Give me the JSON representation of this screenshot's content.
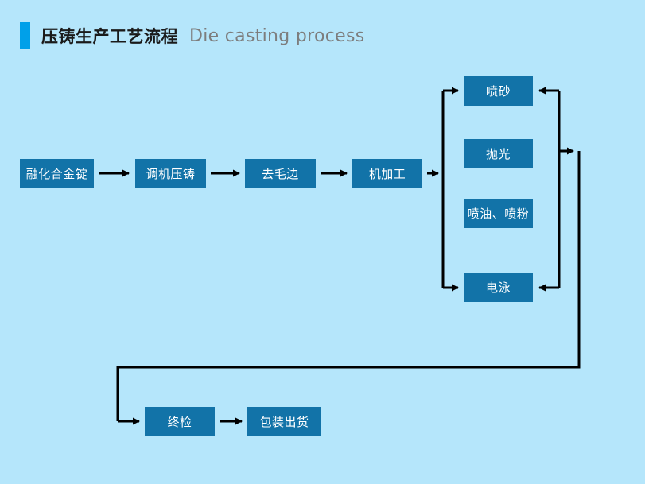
{
  "header": {
    "title_cn": "压铸生产工艺流程",
    "title_en": "Die casting process",
    "accent_color": "#00a0e9"
  },
  "theme": {
    "background": "#b5e6fb",
    "node_fill": "#1273a8",
    "node_text": "#ffffff",
    "connector": "#000000",
    "title_cn_color": "#1a1a1a",
    "title_en_color": "#7d7d7d"
  },
  "diagram": {
    "type": "flowchart",
    "nodes": [
      {
        "id": "melt",
        "label": "融化合金锭",
        "stage": "main",
        "order": 1
      },
      {
        "id": "adjust",
        "label": "调机压铸",
        "stage": "main",
        "order": 2
      },
      {
        "id": "deburr",
        "label": "去毛边",
        "stage": "main",
        "order": 3
      },
      {
        "id": "machining",
        "label": "机加工",
        "stage": "main",
        "order": 4
      },
      {
        "id": "sandblast",
        "label": "喷砂",
        "stage": "finishing",
        "order": 5
      },
      {
        "id": "polish",
        "label": "抛光",
        "stage": "finishing",
        "order": 6
      },
      {
        "id": "spray",
        "label": "喷油、喷粉",
        "stage": "finishing",
        "order": 7
      },
      {
        "id": "electro",
        "label": "电泳",
        "stage": "finishing",
        "order": 8
      },
      {
        "id": "final",
        "label": "终检",
        "stage": "output",
        "order": 9
      },
      {
        "id": "pack",
        "label": "包装出货",
        "stage": "output",
        "order": 10
      }
    ],
    "edges": [
      {
        "from": "melt",
        "to": "adjust",
        "kind": "straight"
      },
      {
        "from": "adjust",
        "to": "deburr",
        "kind": "straight"
      },
      {
        "from": "deburr",
        "to": "machining",
        "kind": "straight"
      },
      {
        "from": "machining",
        "to": "sandblast",
        "kind": "branch-up"
      },
      {
        "from": "machining",
        "to": "electro",
        "kind": "branch-down"
      },
      {
        "from": "sandblast",
        "to": "return",
        "kind": "merge-right"
      },
      {
        "from": "electro",
        "to": "return",
        "kind": "merge-right"
      },
      {
        "from": "return",
        "to": "final",
        "kind": "loop-back"
      },
      {
        "from": "final",
        "to": "pack",
        "kind": "straight"
      }
    ]
  }
}
